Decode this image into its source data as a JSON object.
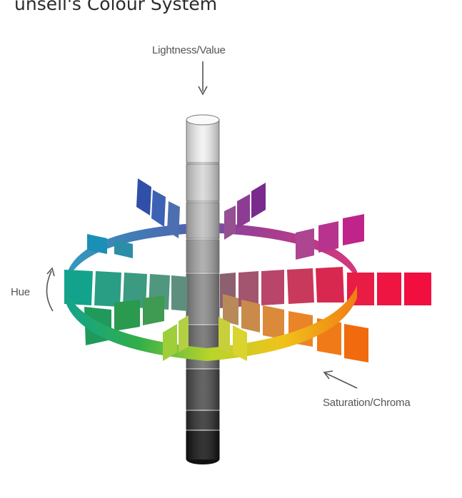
{
  "title": "unsell's Colour System",
  "labels": {
    "lightness": "Lightness/Value",
    "hue": "Hue",
    "saturation": "Saturation/Chroma"
  },
  "colors": {
    "blue": "#2f4fa8",
    "purple": "#7a2a8c",
    "magenta": "#c0238a",
    "red": "#e8153a",
    "orange": "#f07d14",
    "yellow_green": "#b9d42a",
    "green": "#2fae4a",
    "teal": "#13a38c",
    "cyan": "#1b8fb5"
  }
}
